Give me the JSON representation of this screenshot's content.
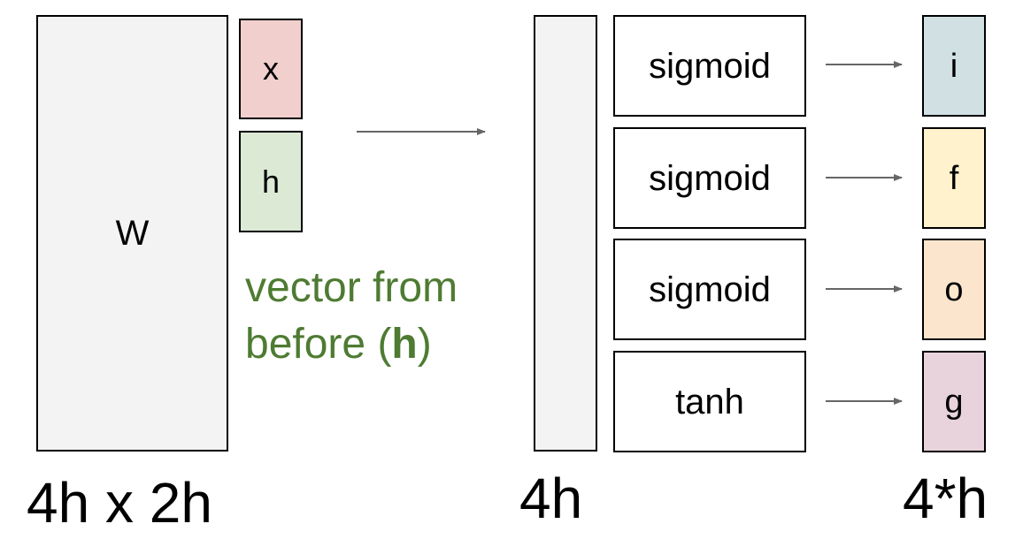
{
  "matrix": {
    "label": "W",
    "dims": "4h x 2h"
  },
  "inputs": {
    "x_label": "x",
    "h_label": "h"
  },
  "annotation": {
    "line1": "vector from",
    "line2_prefix": "before (",
    "line2_bold": "h",
    "line2_suffix": ")"
  },
  "result": {
    "dims": "4h"
  },
  "activations": [
    {
      "label": "sigmoid"
    },
    {
      "label": "sigmoid"
    },
    {
      "label": "sigmoid"
    },
    {
      "label": "tanh"
    }
  ],
  "gates": [
    {
      "label": "i",
      "color": "#d0e0e3"
    },
    {
      "label": "f",
      "color": "#fff2cc"
    },
    {
      "label": "o",
      "color": "#fce5cd"
    },
    {
      "label": "g",
      "color": "#e8d3dc"
    }
  ],
  "gates_dims": "4*h",
  "colors": {
    "annotation_text": "#4e7b32",
    "matrix_fill": "#f3f3f3",
    "x_fill": "#f0cfcd",
    "h_fill": "#dce9d5",
    "arrow": "#666666"
  }
}
